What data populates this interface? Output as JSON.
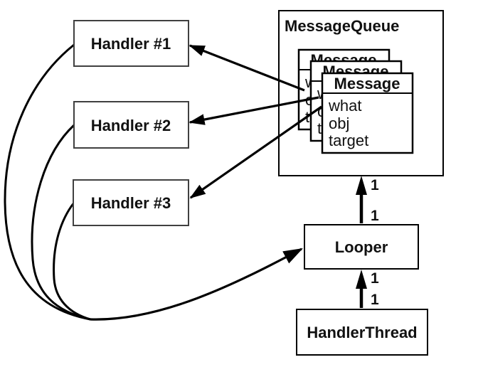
{
  "diagram": {
    "nodes": {
      "handler1": {
        "label": "Handler #1"
      },
      "handler2": {
        "label": "Handler #2"
      },
      "handler3": {
        "label": "Handler #3"
      },
      "message_queue": {
        "label": "MessageQueue"
      },
      "message": {
        "title": "Message",
        "fields": [
          "what",
          "obj",
          "target"
        ]
      },
      "looper": {
        "label": "Looper"
      },
      "handler_thread": {
        "label": "HandlerThread"
      }
    },
    "multiplicities": [
      "1",
      "1",
      "1",
      "1"
    ],
    "colors": {
      "background": "#ffffff",
      "line": "#000000",
      "handler_border": "#404040",
      "text": "#111111"
    }
  }
}
